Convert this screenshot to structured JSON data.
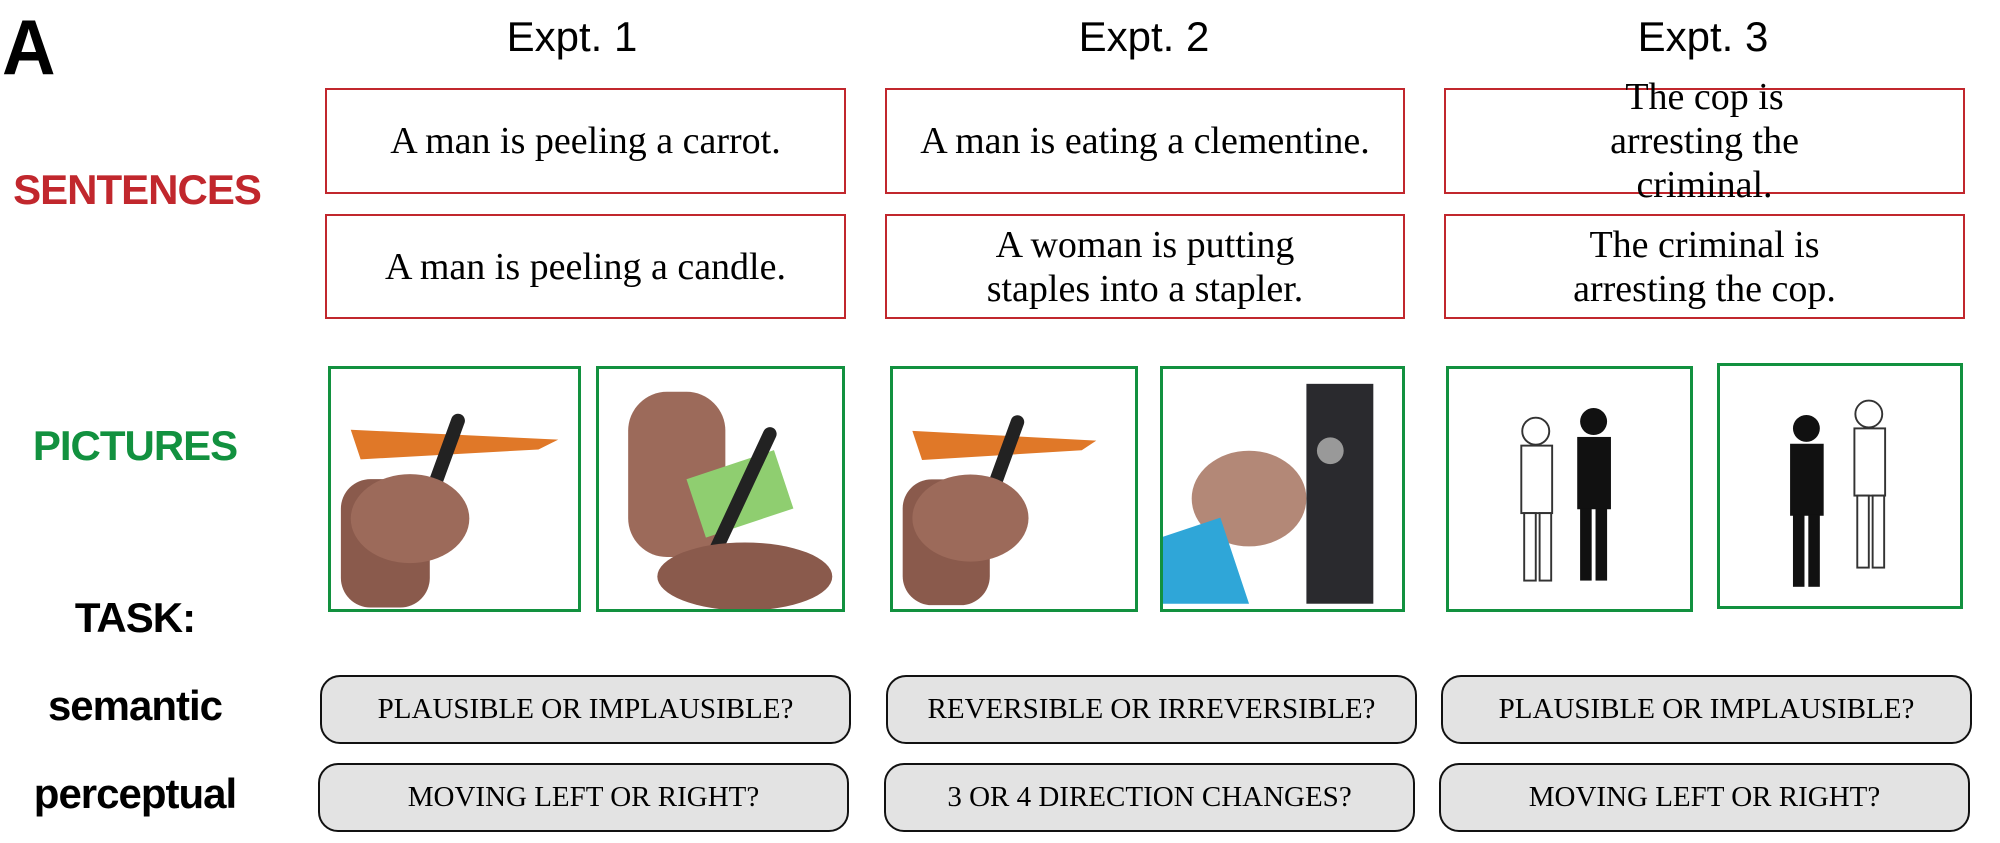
{
  "panel_label": "A",
  "experiments": [
    {
      "title": "Expt. 1",
      "sentences": [
        "A man is peeling a carrot.",
        "A man is peeling a candle."
      ],
      "pictures": [
        "peeling-carrot-picture",
        "peeling-candle-picture"
      ],
      "tasks": {
        "semantic": "PLAUSIBLE OR IMPLAUSIBLE?",
        "perceptual": "MOVING LEFT OR RIGHT?"
      }
    },
    {
      "title": "Expt. 2",
      "sentences": [
        "A man is eating a clementine.",
        "A woman is putting staples into a stapler."
      ],
      "pictures": [
        "peeling-carrot-picture",
        "key-in-lock-picture"
      ],
      "tasks": {
        "semantic": "REVERSIBLE OR IRREVERSIBLE?",
        "perceptual": "3 OR 4 DIRECTION CHANGES?"
      }
    },
    {
      "title": "Expt. 3",
      "sentences": [
        "The cop is arresting the criminal.",
        "The criminal is arresting the cop."
      ],
      "pictures": [
        "cop-arresting-criminal-picture",
        "criminal-arresting-cop-picture"
      ],
      "tasks": {
        "semantic": "PLAUSIBLE OR IMPLAUSIBLE?",
        "perceptual": "MOVING LEFT OR RIGHT?"
      }
    }
  ],
  "row_labels": {
    "sentences": "SENTENCES",
    "pictures": "PICTURES",
    "task": "TASK:",
    "semantic": "semantic",
    "perceptual": "perceptual"
  },
  "colors": {
    "sentences": "#c1272d",
    "pictures": "#12913f",
    "task_fill": "#e3e3e3"
  }
}
